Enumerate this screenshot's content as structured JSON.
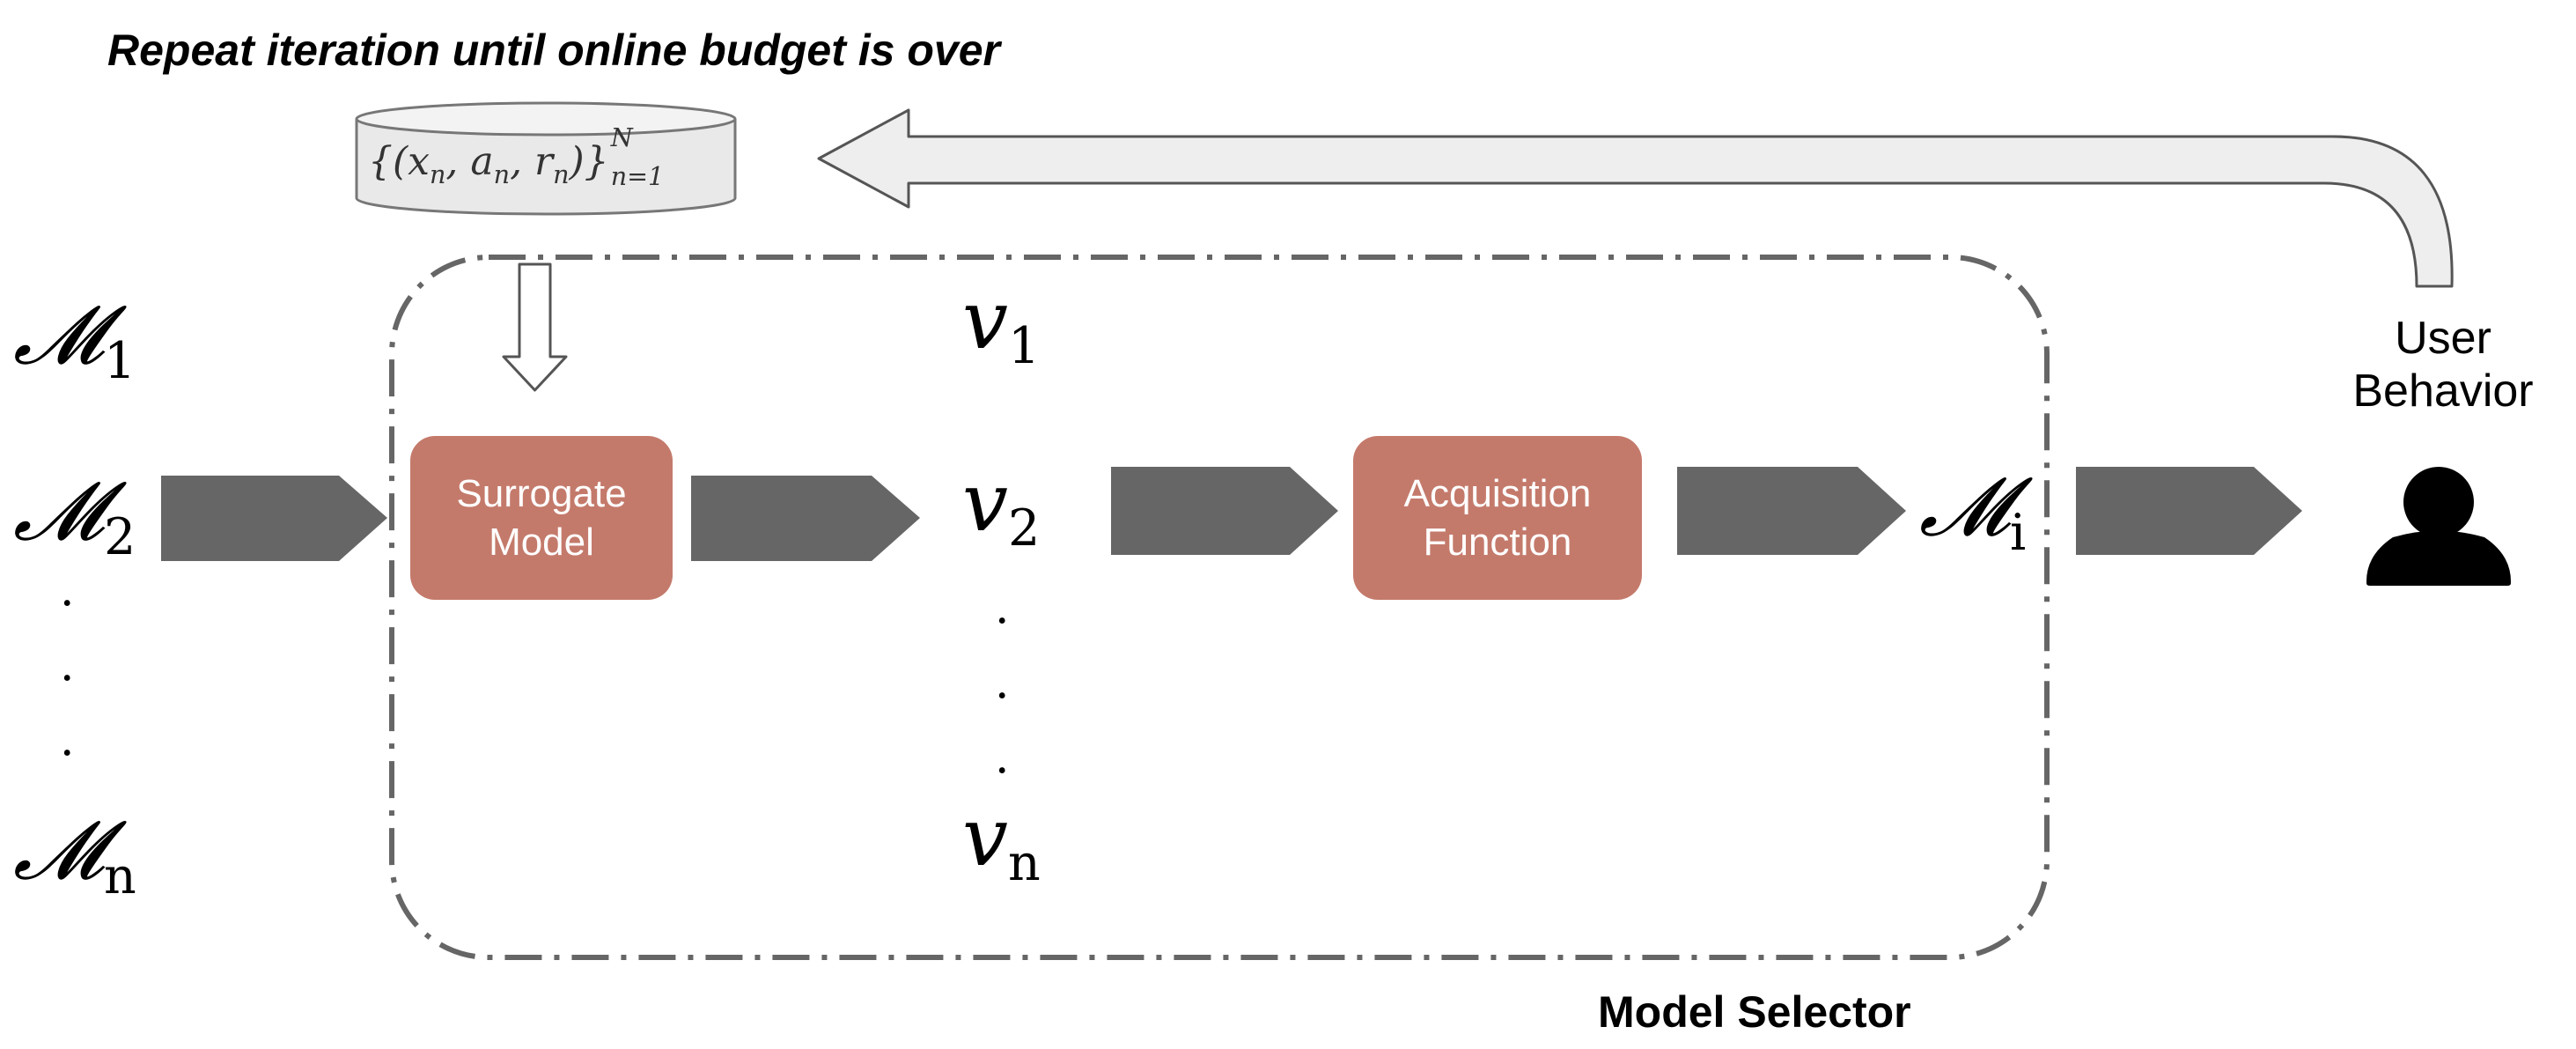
{
  "title": "Repeat iteration until online budget is over",
  "dataset": {
    "open": "{(",
    "x": "x",
    "x_sub": "n",
    "a": "a",
    "a_sub": "n",
    "r": "r",
    "r_sub": "n",
    "close": ")}",
    "sup": "N",
    "sub": "n=1"
  },
  "models": {
    "symbol": "𝓜",
    "m1_sub": "1",
    "m2_sub": "2",
    "mn_sub": "n",
    "mi_sub": "i",
    "ellipsis": "·"
  },
  "values": {
    "symbol": "v",
    "v1_sub": "1",
    "v2_sub": "2",
    "vn_sub": "n",
    "ellipsis": "·"
  },
  "surrogate": {
    "line1": "Surrogate",
    "line2": "Model"
  },
  "acquisition": {
    "line1": "Acquisition",
    "line2": "Function"
  },
  "user": {
    "line1": "User",
    "line2": "Behavior"
  },
  "model_selector_label": "Model Selector",
  "colors": {
    "box_fill": "#c47a6b",
    "arrow_fill": "#666666",
    "feedback_fill": "#eeeeee",
    "outline": "#555555",
    "dashed_border": "#666666"
  }
}
